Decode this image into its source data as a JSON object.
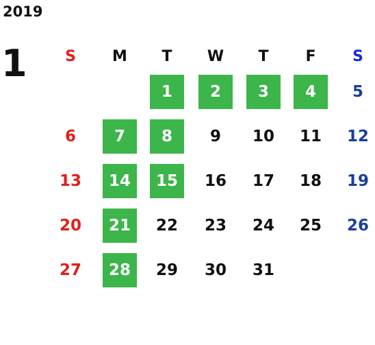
{
  "calendar": {
    "year": "2019",
    "month": "1",
    "weekdays": [
      "S",
      "M",
      "T",
      "W",
      "T",
      "F",
      "S"
    ],
    "highlight_color": "#3cb54a",
    "sunday_color": "#e0211a",
    "saturday_color": "#1a3e9e",
    "weeks": [
      [
        {
          "day": "",
          "highlight": false
        },
        {
          "day": "",
          "highlight": false
        },
        {
          "day": "1",
          "highlight": true
        },
        {
          "day": "2",
          "highlight": true
        },
        {
          "day": "3",
          "highlight": true
        },
        {
          "day": "4",
          "highlight": true
        },
        {
          "day": "5",
          "highlight": false
        }
      ],
      [
        {
          "day": "6",
          "highlight": false
        },
        {
          "day": "7",
          "highlight": true
        },
        {
          "day": "8",
          "highlight": true
        },
        {
          "day": "9",
          "highlight": false
        },
        {
          "day": "10",
          "highlight": false
        },
        {
          "day": "11",
          "highlight": false
        },
        {
          "day": "12",
          "highlight": false
        }
      ],
      [
        {
          "day": "13",
          "highlight": false
        },
        {
          "day": "14",
          "highlight": true
        },
        {
          "day": "15",
          "highlight": true
        },
        {
          "day": "16",
          "highlight": false
        },
        {
          "day": "17",
          "highlight": false
        },
        {
          "day": "18",
          "highlight": false
        },
        {
          "day": "19",
          "highlight": false
        }
      ],
      [
        {
          "day": "20",
          "highlight": false
        },
        {
          "day": "21",
          "highlight": true
        },
        {
          "day": "22",
          "highlight": false
        },
        {
          "day": "23",
          "highlight": false
        },
        {
          "day": "24",
          "highlight": false
        },
        {
          "day": "25",
          "highlight": false
        },
        {
          "day": "26",
          "highlight": false
        }
      ],
      [
        {
          "day": "27",
          "highlight": false
        },
        {
          "day": "28",
          "highlight": true
        },
        {
          "day": "29",
          "highlight": false
        },
        {
          "day": "30",
          "highlight": false
        },
        {
          "day": "31",
          "highlight": false
        },
        {
          "day": "",
          "highlight": false
        },
        {
          "day": "",
          "highlight": false
        }
      ]
    ]
  }
}
